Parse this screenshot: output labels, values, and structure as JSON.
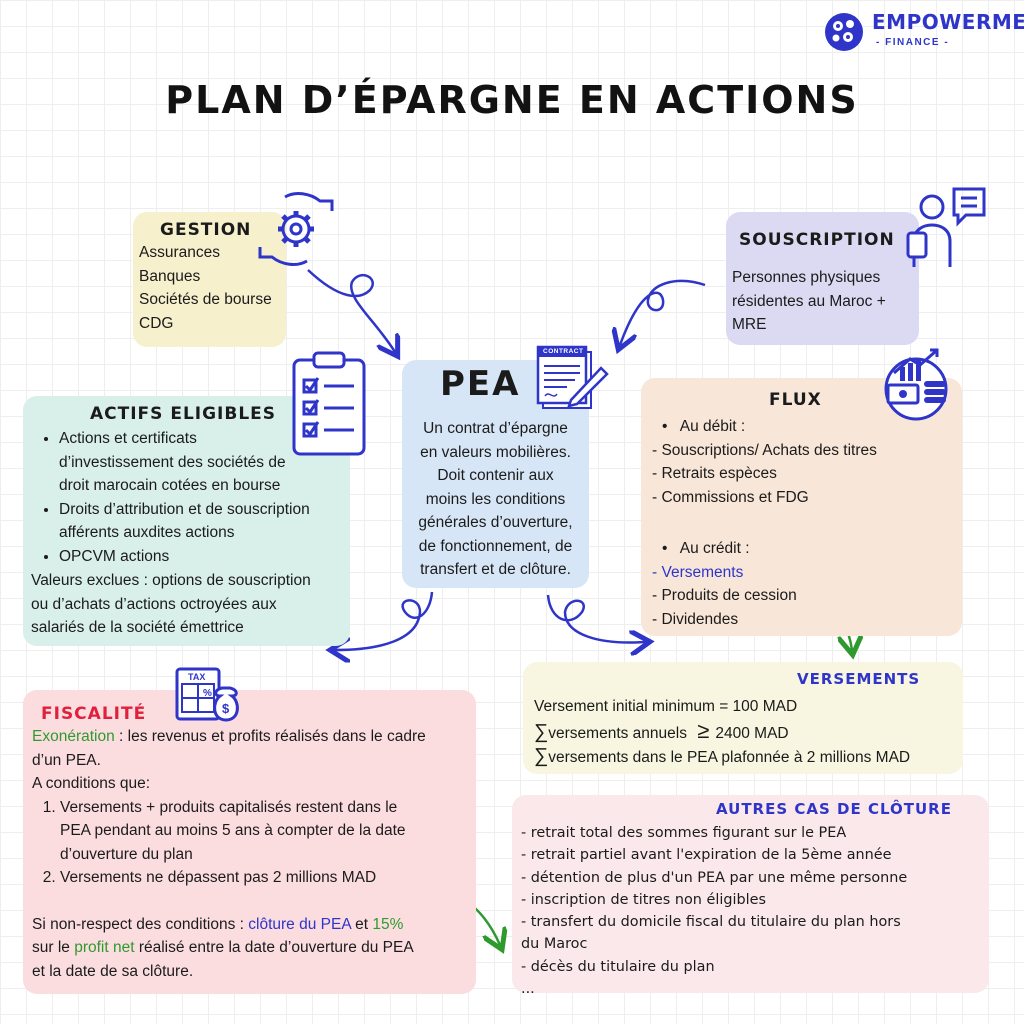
{
  "logo": {
    "name": "EMPOWERME",
    "sub": "- FINANCE -"
  },
  "title": "PLAN D’ÉPARGNE EN ACTIONS",
  "colors": {
    "gestion": "#f6f0cd",
    "souscription": "#dcd9f2",
    "actifs": "#d9efea",
    "pea": "#d7e6f6",
    "flux": "#f8e6d8",
    "fiscalite": "#fbdde0",
    "versements": "#f8f5e0",
    "cloture": "#fbe8ea",
    "accent_blue": "#2e35c8",
    "accent_green": "#2e9a2e",
    "accent_red": "#e0203c"
  },
  "gestion": {
    "header": "GESTION",
    "items": [
      "Assurances",
      "Banques",
      "Sociétés de bourse",
      "CDG"
    ]
  },
  "souscription": {
    "header": "SOUSCRIPTION",
    "lines": [
      "Personnes physiques",
      "résidentes au Maroc +",
      "MRE"
    ]
  },
  "pea": {
    "header": "PEA",
    "contract_label": "CONTRACT",
    "lines": [
      "Un contrat d’épargne",
      "en valeurs mobilières.",
      "Doit contenir aux",
      "moins les conditions",
      "générales d’ouverture,",
      "de fonctionnement, de",
      "transfert et de clôture."
    ]
  },
  "actifs": {
    "header": "ACTIFS ELIGIBLES",
    "bullets": [
      [
        "Actions et certificats",
        "d’investissement des sociétés de",
        "droit marocain cotées en bourse"
      ],
      [
        "Droits d’attribution et de souscription",
        "afférents auxdites actions"
      ],
      [
        "OPCVM actions"
      ]
    ],
    "excluded": [
      "Valeurs exclues : options de souscription",
      "ou d’achats d’actions octroyées aux",
      "salariés de la société émettrice"
    ]
  },
  "flux": {
    "header": "FLUX",
    "debit_title": "Au débit :",
    "debit_items": [
      "- Souscriptions/ Achats des titres",
      "- Retraits espèces",
      "- Commissions et FDG"
    ],
    "credit_title": "Au crédit :",
    "credit_dash": "- ",
    "credit_highlight": "Versements",
    "credit_items": [
      "- Produits de cession",
      "- Dividendes"
    ]
  },
  "versements": {
    "header": "VERSEMENTS",
    "line1": "Versement initial minimum = 100 MAD",
    "sum_symbol": "∑",
    "geq_symbol": "≥",
    "line2_a": "versements annuels",
    "line2_b": "2400 MAD",
    "line3": "versements dans le PEA plafonnée à 2 millions MAD"
  },
  "fiscalite": {
    "header": "FISCALITÉ",
    "tax_label": "TAX",
    "exo_word": "Exonération",
    "exo_rest": " : les revenus et profits réalisés dans le cadre",
    "exo_line2": "d’un PEA.",
    "conditions_intro": "A conditions que:",
    "conditions": [
      [
        "Versements + produits capitalisés restent dans le",
        "PEA pendant au moins 5 ans à compter de la date",
        "d’ouverture du plan"
      ],
      [
        "Versements ne dépassent pas 2 millions MAD"
      ]
    ],
    "nonrespect_a": "Si non-respect des conditions : ",
    "nonrespect_cloture": "clôture du PEA",
    "nonrespect_et": " et ",
    "nonrespect_pct": "15%",
    "nonrespect_line2_a": "sur le ",
    "nonrespect_profit": "profit net",
    "nonrespect_line2_b": " réalisé entre la date d’ouverture du PEA",
    "nonrespect_line3": "et la date de sa clôture."
  },
  "cloture": {
    "header": "AUTRES CAS DE CLÔTURE",
    "items": [
      "- retrait total des sommes figurant sur le PEA",
      "- retrait partiel avant l'expiration de la 5ème année",
      "- détention de plus d'un PEA par une même personne",
      "- inscription de titres non éligibles",
      "- transfert du domicile fiscal du titulaire du plan hors",
      "du Maroc",
      "- décès du titulaire du plan",
      "..."
    ]
  }
}
